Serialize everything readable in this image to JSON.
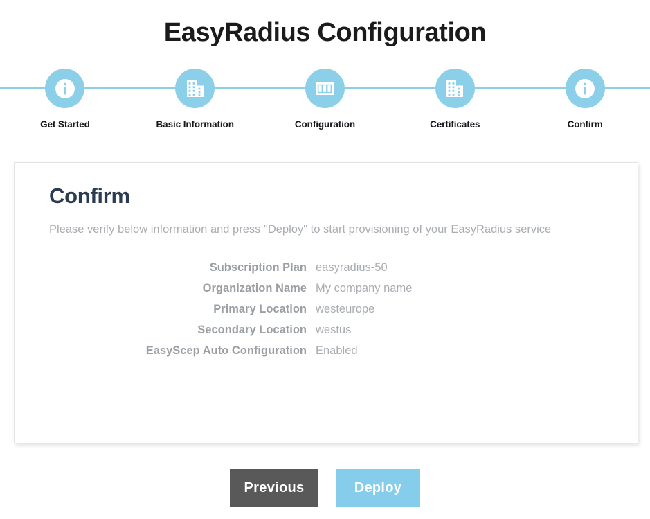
{
  "page": {
    "title": "EasyRadius Configuration"
  },
  "wizard": {
    "steps": [
      {
        "label": "Get Started",
        "icon": "info-circle-icon"
      },
      {
        "label": "Basic Information",
        "icon": "building-icon"
      },
      {
        "label": "Configuration",
        "icon": "server-rack-icon"
      },
      {
        "label": "Certificates",
        "icon": "building-icon"
      },
      {
        "label": "Confirm",
        "icon": "info-circle-icon"
      }
    ],
    "accent_color": "#8ccfe9"
  },
  "card": {
    "heading": "Confirm",
    "description": "Please verify below information and press \"Deploy\" to start provisioning of your EasyRadius service",
    "details": [
      {
        "label": "Subscription Plan",
        "value": "easyradius-50"
      },
      {
        "label": "Organization Name",
        "value": "My company name"
      },
      {
        "label": "Primary Location",
        "value": "westeurope"
      },
      {
        "label": "Secondary Location",
        "value": "westus"
      },
      {
        "label": "EasyScep Auto Configuration",
        "value": "Enabled"
      }
    ]
  },
  "footer": {
    "previous_label": "Previous",
    "deploy_label": "Deploy",
    "previous_color": "#595959",
    "deploy_color": "#86cdeb"
  }
}
